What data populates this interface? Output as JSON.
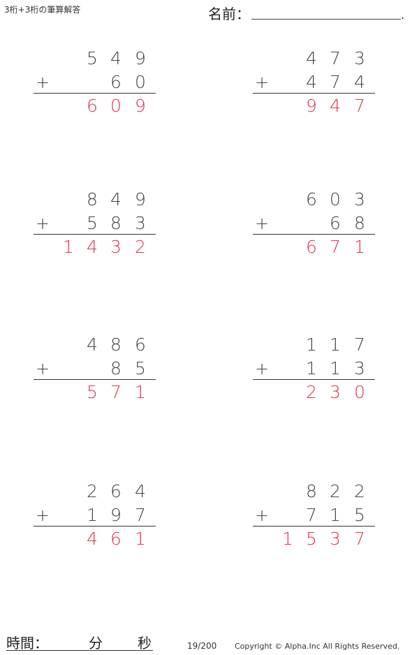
{
  "header": {
    "title": "3桁+3桁の筆算解答",
    "name_label": "名前：",
    "name_value": "",
    "name_end": "."
  },
  "problems": [
    {
      "top": [
        "",
        "5",
        "4",
        "9"
      ],
      "bottom": [
        "",
        "",
        "6",
        "0"
      ],
      "operator": "+",
      "answer": [
        "",
        "6",
        "0",
        "9"
      ]
    },
    {
      "top": [
        "",
        "4",
        "7",
        "3"
      ],
      "bottom": [
        "",
        "4",
        "7",
        "4"
      ],
      "operator": "+",
      "answer": [
        "",
        "9",
        "4",
        "7"
      ]
    },
    {
      "top": [
        "",
        "8",
        "4",
        "9"
      ],
      "bottom": [
        "",
        "5",
        "8",
        "3"
      ],
      "operator": "+",
      "answer": [
        "1",
        "4",
        "3",
        "2"
      ]
    },
    {
      "top": [
        "",
        "6",
        "0",
        "3"
      ],
      "bottom": [
        "",
        "",
        "6",
        "8"
      ],
      "operator": "+",
      "answer": [
        "",
        "6",
        "7",
        "1"
      ]
    },
    {
      "top": [
        "",
        "4",
        "8",
        "6"
      ],
      "bottom": [
        "",
        "",
        "8",
        "5"
      ],
      "operator": "+",
      "answer": [
        "",
        "5",
        "7",
        "1"
      ]
    },
    {
      "top": [
        "",
        "1",
        "1",
        "7"
      ],
      "bottom": [
        "",
        "1",
        "1",
        "3"
      ],
      "operator": "+",
      "answer": [
        "",
        "2",
        "3",
        "0"
      ]
    },
    {
      "top": [
        "",
        "2",
        "6",
        "4"
      ],
      "bottom": [
        "",
        "1",
        "9",
        "7"
      ],
      "operator": "+",
      "answer": [
        "",
        "4",
        "6",
        "1"
      ]
    },
    {
      "top": [
        "",
        "8",
        "2",
        "2"
      ],
      "bottom": [
        "",
        "7",
        "1",
        "5"
      ],
      "operator": "+",
      "answer": [
        "1",
        "5",
        "3",
        "7"
      ]
    }
  ],
  "footer": {
    "time_label": "時間：",
    "minutes_label": "分",
    "seconds_label": "秒",
    "page": "19/200",
    "copyright": "Copyright © Alpha.Inc All Rights Reserved."
  },
  "colors": {
    "answer": "#e8304a",
    "text": "#444444"
  }
}
